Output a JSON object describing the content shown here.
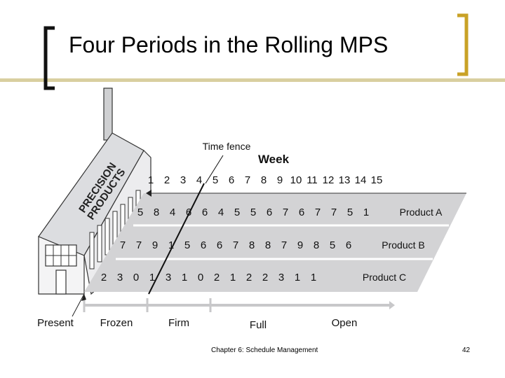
{
  "slide": {
    "title": "Four Periods in the Rolling MPS",
    "footer": "Chapter 6: Schedule Management",
    "page_number": "42",
    "accent_color": "#c9a227"
  },
  "diagram": {
    "factory_sign": [
      "PRECISION",
      "PRODUCTS"
    ],
    "time_fence_label": "Time fence",
    "week_label": "Week",
    "weeks": [
      "1",
      "2",
      "3",
      "4",
      "5",
      "6",
      "7",
      "8",
      "9",
      "10",
      "11",
      "12",
      "13",
      "14",
      "15"
    ],
    "rows": [
      {
        "product": "Product A",
        "values": [
          "5",
          "8",
          "4",
          "6",
          "6",
          "4",
          "5",
          "5",
          "6",
          "7",
          "6",
          "7",
          "7",
          "5",
          "1"
        ]
      },
      {
        "product": "Product B",
        "values": [
          "7",
          "7",
          "9",
          "1",
          "5",
          "6",
          "6",
          "7",
          "8",
          "8",
          "7",
          "9",
          "8",
          "5",
          "6"
        ]
      },
      {
        "product": "Product C",
        "values": [
          "2",
          "3",
          "0",
          "1",
          "3",
          "1",
          "0",
          "2",
          "1",
          "2",
          "2",
          "3",
          "1",
          "1"
        ]
      }
    ],
    "periods": [
      "Present",
      "Frozen",
      "Firm",
      "Full",
      "Open"
    ]
  }
}
